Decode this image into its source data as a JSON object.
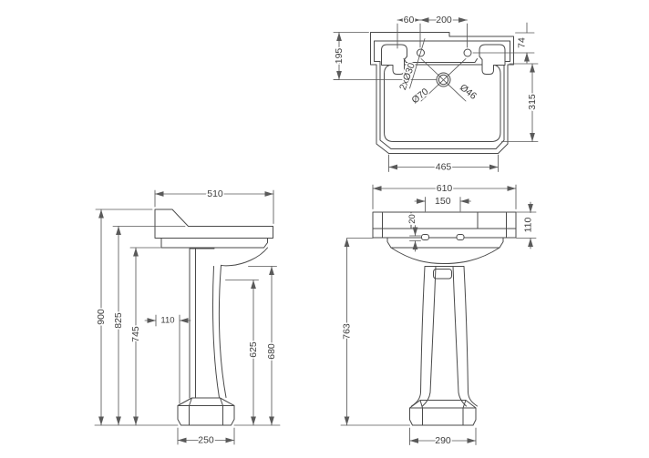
{
  "drawing": {
    "plan": {
      "dims": {
        "tap_offset": "60",
        "tap_spacing": "200",
        "edge_to_tap": "74",
        "edge_to_waste": "195",
        "deck_to_front": "315",
        "inner_width": "465"
      },
      "labels": {
        "tap_holes": "2xØ30",
        "waste_outer": "Ø70",
        "waste_inner": "Ø46"
      }
    },
    "side": {
      "dims": {
        "depth": "510",
        "overall_height": "900",
        "rim_height": "825",
        "underside_height": "745",
        "wall_clearance": "110",
        "bowl_low_height": "625",
        "bowl_front_height": "680",
        "base_depth": "250"
      }
    },
    "front": {
      "dims": {
        "width": "610",
        "tap_spacing": "150",
        "tap_inset": "20",
        "rim_depth": "110",
        "pedestal_height": "763",
        "base_width": "290"
      }
    }
  }
}
